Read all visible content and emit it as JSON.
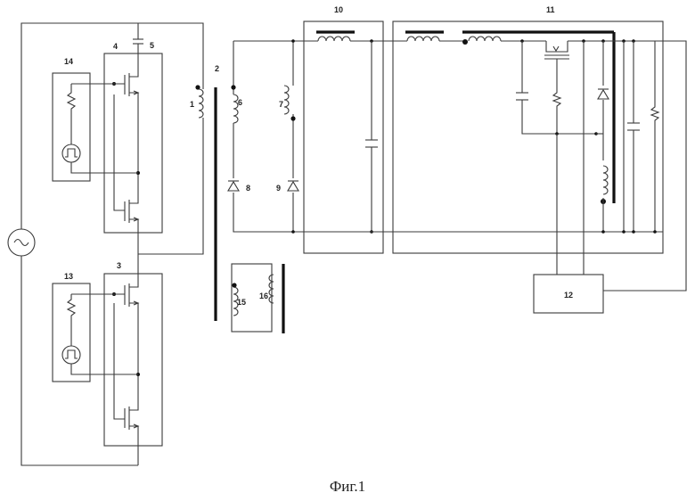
{
  "caption": "Фиг.1",
  "labels": {
    "n1": "1",
    "n2": "2",
    "n3": "3",
    "n4": "4",
    "n5": "5",
    "n6": "6",
    "n7": "7",
    "n8": "8",
    "n9": "9",
    "n10": "10",
    "n11": "11",
    "n12": "12",
    "n13": "13",
    "n14": "14",
    "n15": "15",
    "n16": "16"
  },
  "icons": {
    "ac_source": "ac-source-icon",
    "pulse_generator": "pulse-generator-icon",
    "transistor": "mosfet-icon",
    "capacitor": "capacitor-icon",
    "diode": "diode-icon",
    "resistor": "resistor-icon",
    "inductor": "inductor-icon"
  }
}
